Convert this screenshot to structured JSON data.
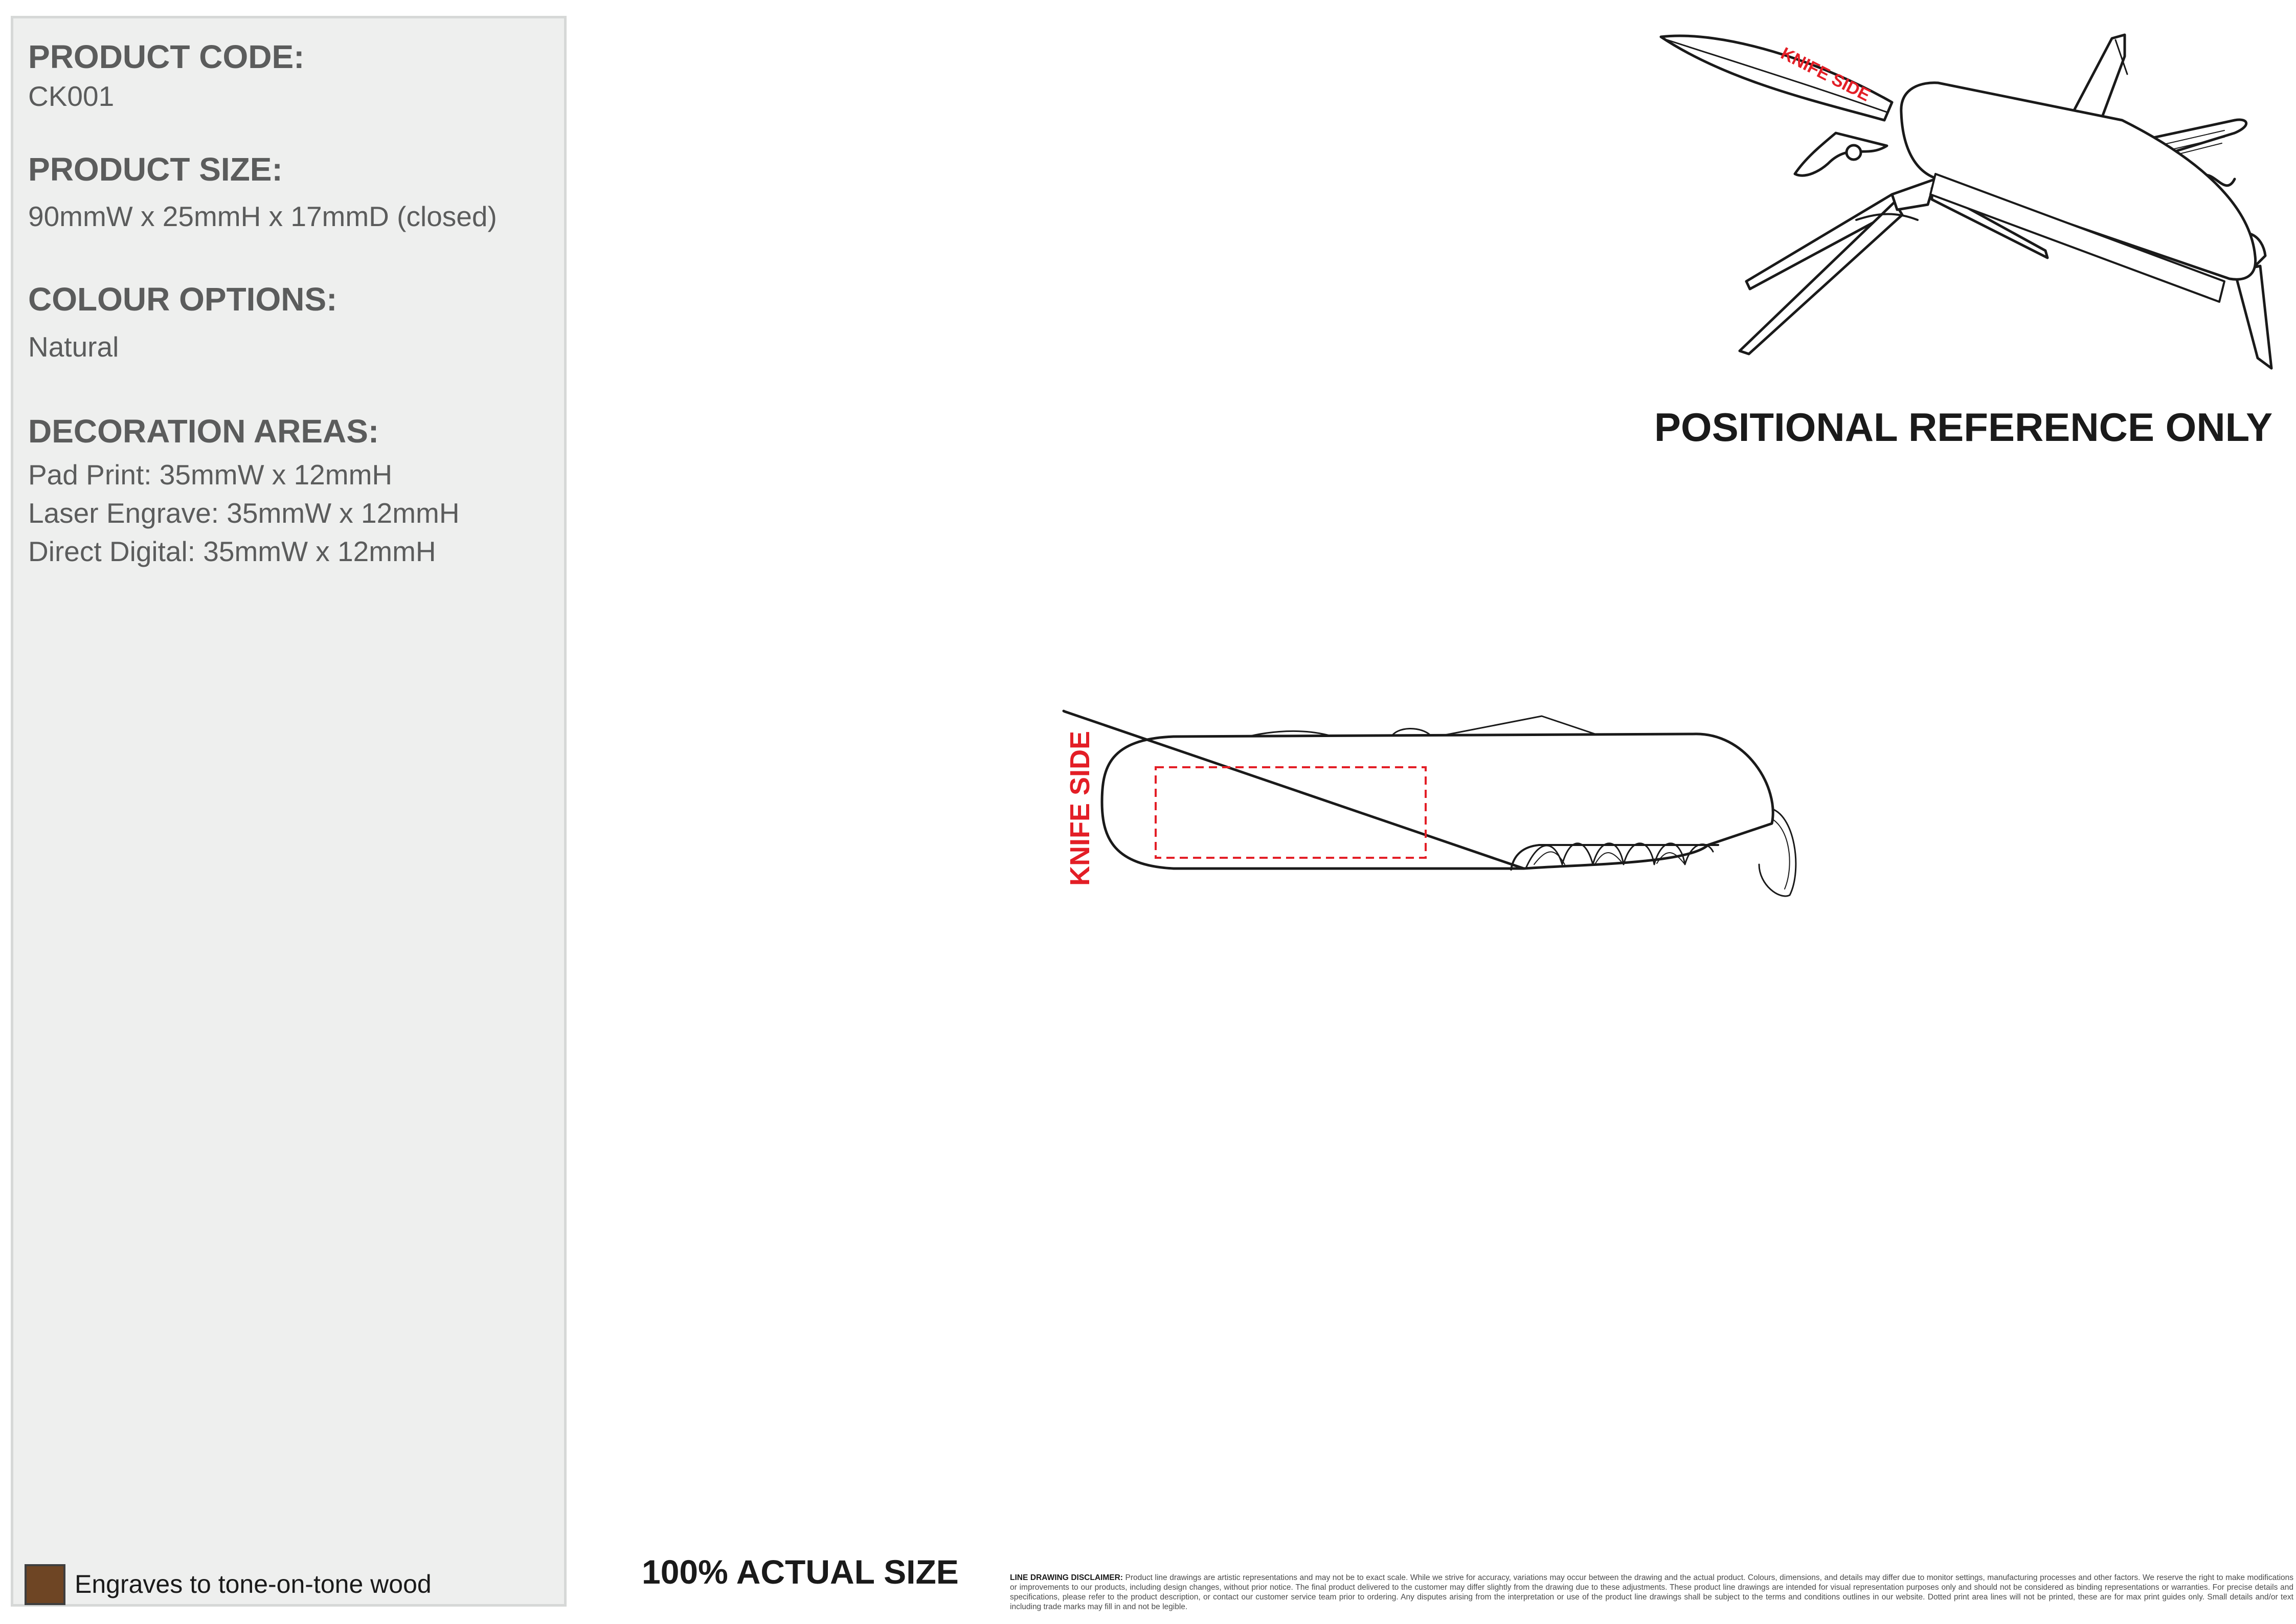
{
  "product": {
    "code_label": "PRODUCT CODE:",
    "code_value": "CK001",
    "size_label": "PRODUCT SIZE:",
    "size_value": "90mmW x 25mmH x 17mmD (closed)",
    "colour_label": "COLOUR OPTIONS:",
    "colour_value": "Natural",
    "decoration_label": "DECORATION AREAS:",
    "decoration_items": [
      "Pad Print: 35mmW x 12mmH",
      "Laser Engrave: 35mmW x 12mmH",
      "Direct Digital: 35mmW x 12mmH"
    ]
  },
  "legend": {
    "swatch_color": "#6e4524",
    "label": "Engraves to tone-on-tone wood"
  },
  "reference": {
    "heading": "POSITIONAL REFERENCE ONLY",
    "knife_side_label": "KNIFE SIDE"
  },
  "main_drawing": {
    "knife_side_label": "KNIFE SIDE",
    "print_area_color": "#e31e26"
  },
  "footer": {
    "actual_size": "100% ACTUAL SIZE",
    "disclaimer_heading": "LINE DRAWING DISCLAIMER:",
    "disclaimer_text": "Product line drawings are artistic representations and may not be to exact scale. While we strive for accuracy, variations may occur between the drawing and the actual product. Colours, dimensions, and details may differ due to monitor settings, manufacturing processes and other factors. We reserve the right to make modifications or improvements to our products, including design changes, without prior notice. The final product delivered to the customer may differ slightly from the drawing due to these adjustments. These product line drawings are intended for visual representation purposes only and should not be considered as binding representations or warranties. For precise details and specifications, please refer to the product description, or contact our customer service team prior to ordering. Any disputes arising from the interpretation or use of the product line drawings shall be subject to the terms and conditions outlines in our website. Dotted print area lines will not be printed, these are for max print guides only. Small details and/or text including trade marks may fill in and not be legible."
  }
}
